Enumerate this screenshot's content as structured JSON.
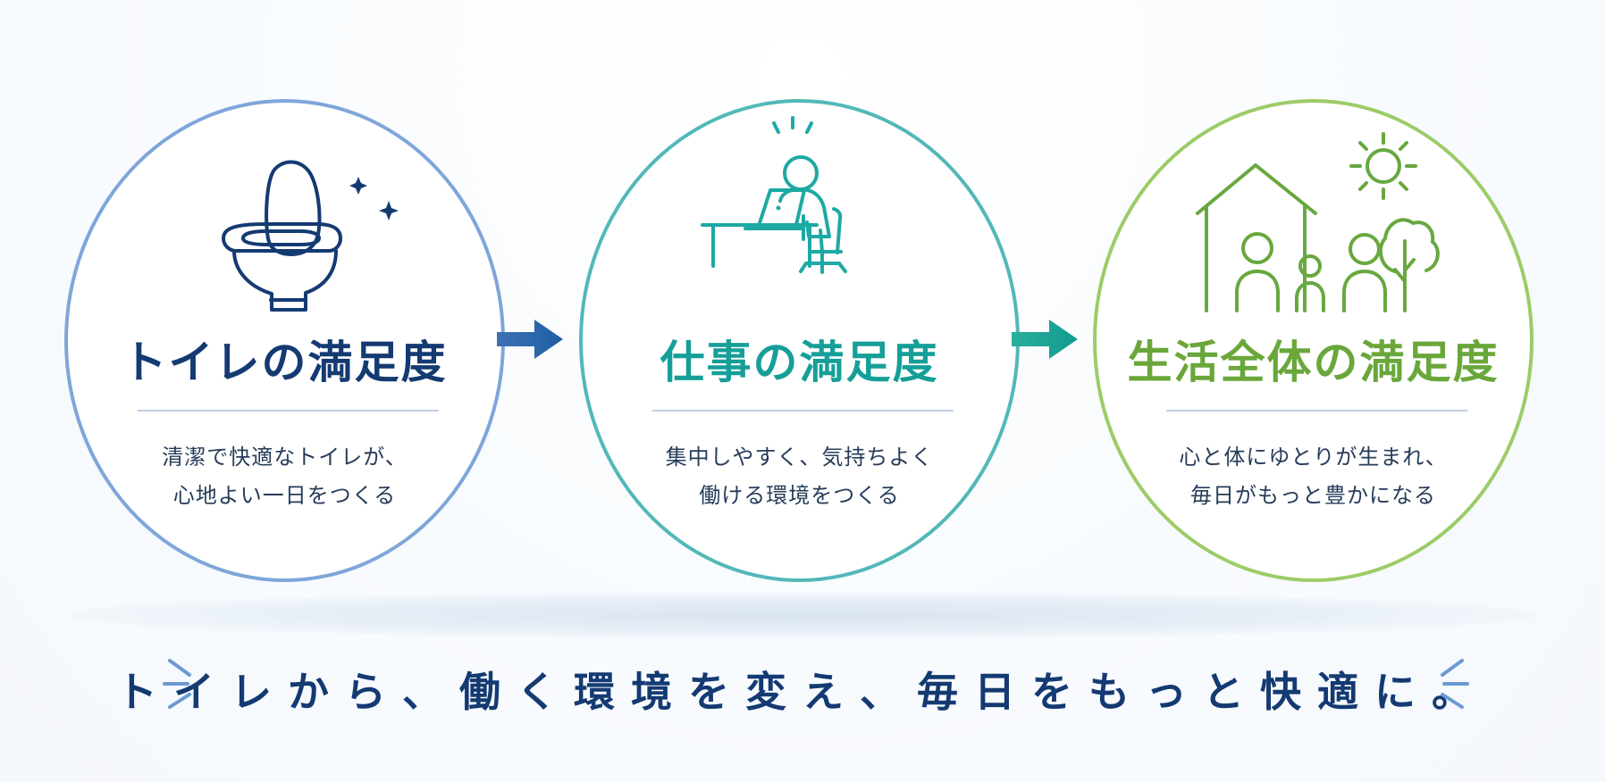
{
  "colors": {
    "blue_dark": "#143a72",
    "blue_circle": "#7fa6da",
    "teal": "#159f98",
    "teal_circle": "#52b8b8",
    "green": "#6aa73b",
    "green_circle": "#9ccc68",
    "text": "#263c59"
  },
  "cards": [
    {
      "title": "トイレの満足度",
      "desc_lines": [
        "清潔で快適なトイレが、",
        "心地よい一日をつくる"
      ],
      "icon": "toilet-icon"
    },
    {
      "title": "仕事の満足度",
      "desc_lines": [
        "集中しやすく、気持ちよく",
        "働ける環境をつくる"
      ],
      "icon": "worker-at-desk-icon"
    },
    {
      "title": "生活全体の満足度",
      "desc_lines": [
        "心と体にゆとりが生まれ、",
        "毎日がもっと豊かになる"
      ],
      "icon": "home-family-icon"
    }
  ],
  "footer": {
    "message": "トイレから、働く環境を変え、毎日をもっと快適に。"
  }
}
